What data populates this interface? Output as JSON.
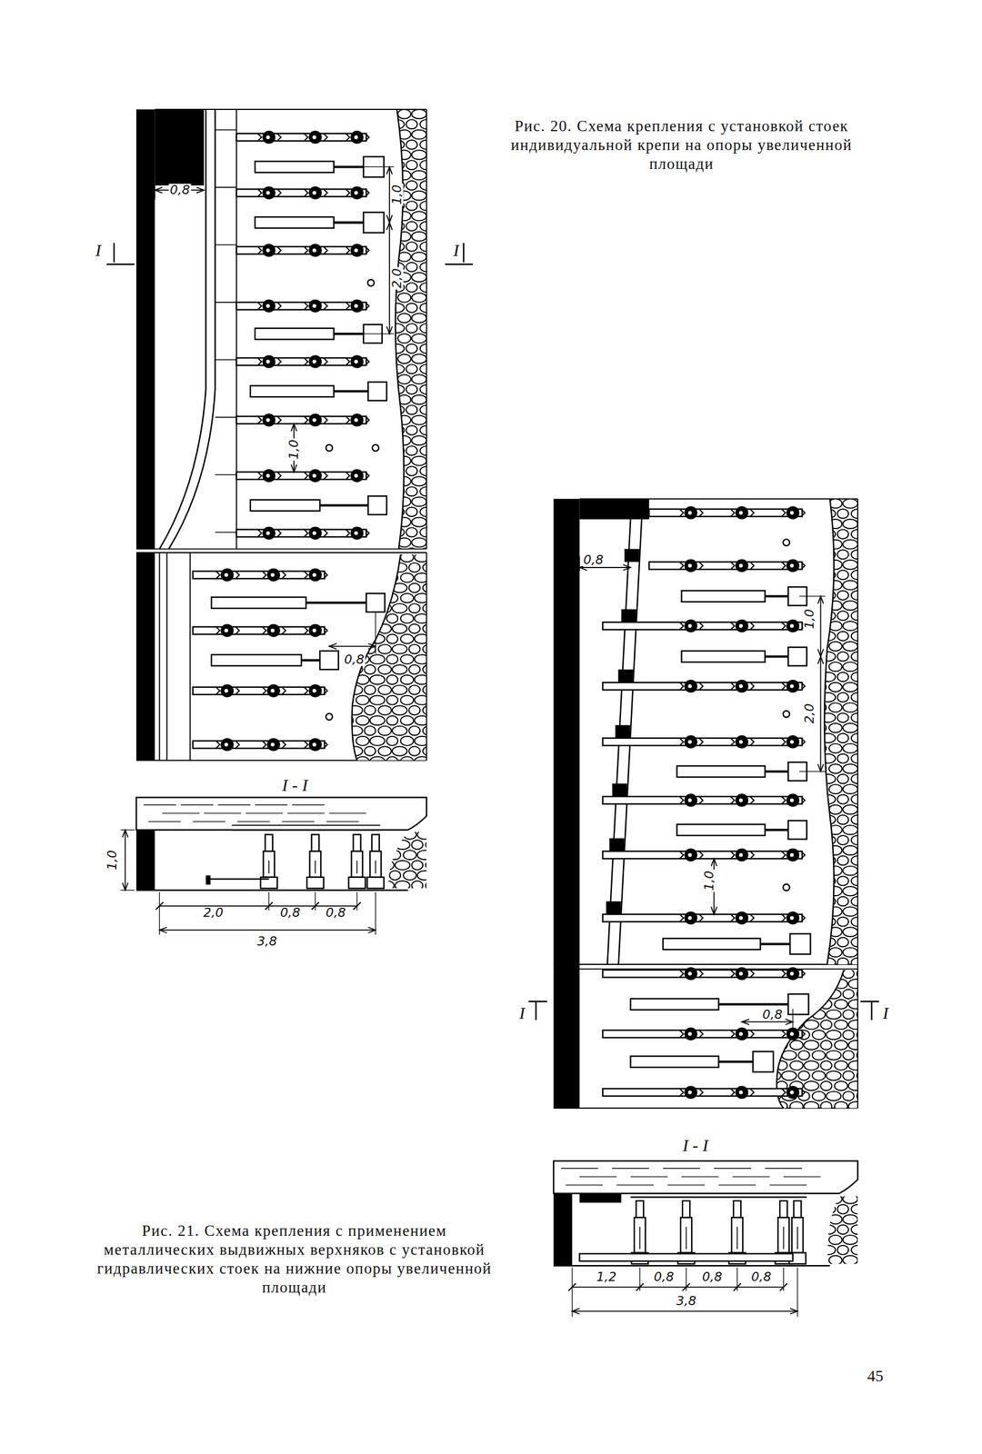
{
  "diagram": {
    "labels": [
      "Рис. 20. Схема крепления с установкой стоек индивидуальной крепи на опоры увеличенной площади",
      "Рис. 21. Схема крепления с применением металлических выдвижных верхняков с установкой гидравлических стоек на нижние опоры увеличенной площади",
      "0,8",
      "I",
      "I",
      "1,0",
      "2,0",
      "1,0",
      "0,8",
      "I - I",
      "1,0",
      "2,0",
      "0,8",
      "0,8",
      "3,8",
      "0,8",
      "1,0",
      "2,0",
      "1,0",
      "0,8",
      "I",
      "I",
      "I - I",
      "1,2",
      "0,8",
      "0,8",
      "0,8",
      "3,8",
      "45"
    ]
  }
}
